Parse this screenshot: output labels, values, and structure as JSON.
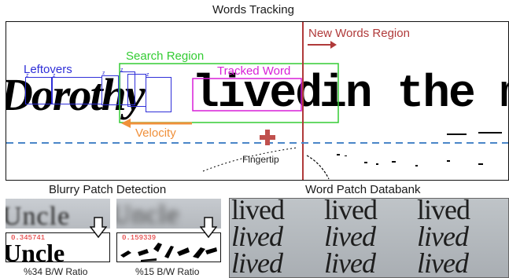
{
  "header": {
    "title": "Words Tracking"
  },
  "tracking": {
    "words": [
      "Dorothy",
      "lived",
      "in the m"
    ],
    "leftovers_label": "Leftovers",
    "search_region_label": "Search Region",
    "tracked_word_label": "Tracked Word",
    "new_words_label": "New Words Region",
    "velocity_label": "Velocity",
    "fingertip_label": "Fingertip",
    "colors": {
      "leftovers": "#2f2fd8",
      "search_region": "#33cc33",
      "tracked_word": "#d81fd8",
      "new_words": "#b03a3a",
      "velocity": "#f0903a",
      "fingertip_line": "#4a86c8"
    }
  },
  "blurry": {
    "title": "Blurry Patch Detection",
    "blur_word": "Uncle",
    "patches": [
      {
        "ratio_text": "0.345741",
        "binary_word": "Uncle",
        "caption": "%34 B/W Ratio"
      },
      {
        "ratio_text": "0.159339",
        "binary_word": "",
        "caption": "%15 B/W Ratio"
      }
    ]
  },
  "databank": {
    "title": "Word Patch Databank",
    "rows": [
      [
        "lived",
        "lived",
        "lived"
      ],
      [
        "lived",
        "lived",
        "lived"
      ],
      [
        "lived",
        "lived",
        "lived"
      ]
    ]
  }
}
